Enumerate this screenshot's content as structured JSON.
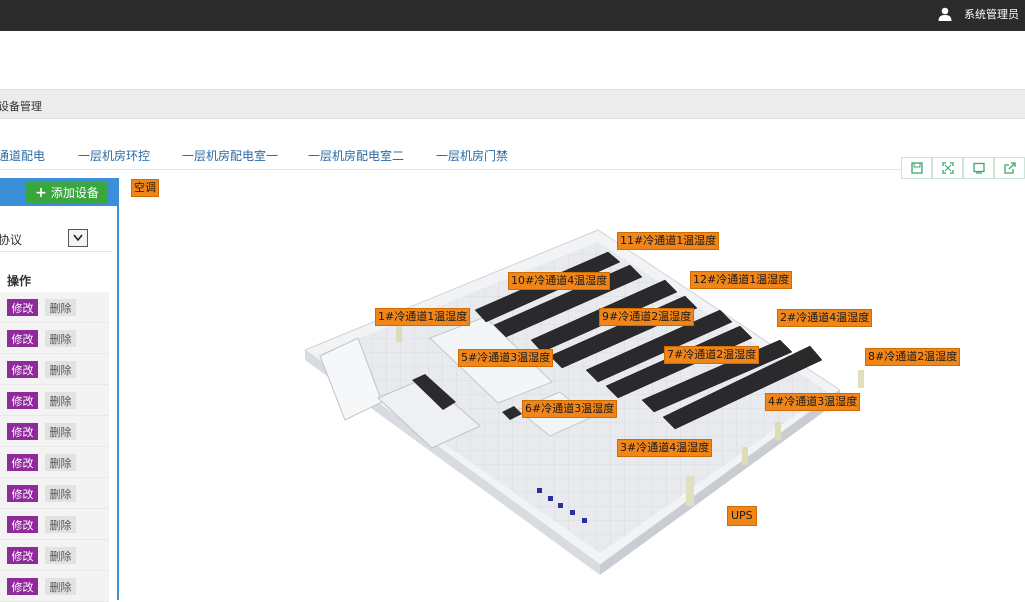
{
  "topbar": {
    "user_name": "系统管理员"
  },
  "breadcrumb": {
    "text": "设备管理"
  },
  "tabs": [
    "通道配电",
    "一层机房环控",
    "一层机房配电室一",
    "一层机房配电室二",
    "一层机房门禁"
  ],
  "toolbar": {
    "icons": [
      "save-icon",
      "fullscreen-icon",
      "view-icon",
      "export-icon"
    ]
  },
  "sidebar": {
    "add_button": "添加设备",
    "protocol_value": "协议",
    "column_header": "操作",
    "rows": [
      {
        "edit": "修改",
        "delete": "删除"
      },
      {
        "edit": "修改",
        "delete": "删除"
      },
      {
        "edit": "修改",
        "delete": "删除"
      },
      {
        "edit": "修改",
        "delete": "删除"
      },
      {
        "edit": "修改",
        "delete": "删除"
      },
      {
        "edit": "修改",
        "delete": "删除"
      },
      {
        "edit": "修改",
        "delete": "删除"
      },
      {
        "edit": "修改",
        "delete": "删除"
      },
      {
        "edit": "修改",
        "delete": "删除"
      },
      {
        "edit": "修改",
        "delete": "删除"
      }
    ]
  },
  "scene": {
    "labels": {
      "ac": "空调",
      "s11": "11#冷通道1温湿度",
      "s10": "10#冷通道4温湿度",
      "s12": "12#冷通道1温湿度",
      "s1": "1#冷通道1温湿度",
      "s9": "9#冷通道2温湿度",
      "s2": "2#冷通道4温湿度",
      "s5": "5#冷通道3温湿度",
      "s7": "7#冷通道2温湿度",
      "s8": "8#冷通道2温湿度",
      "s6": "6#冷通道3温湿度",
      "s4": "4#冷通道3温湿度",
      "s3": "3#冷通道4温湿度",
      "ups": "UPS"
    }
  }
}
